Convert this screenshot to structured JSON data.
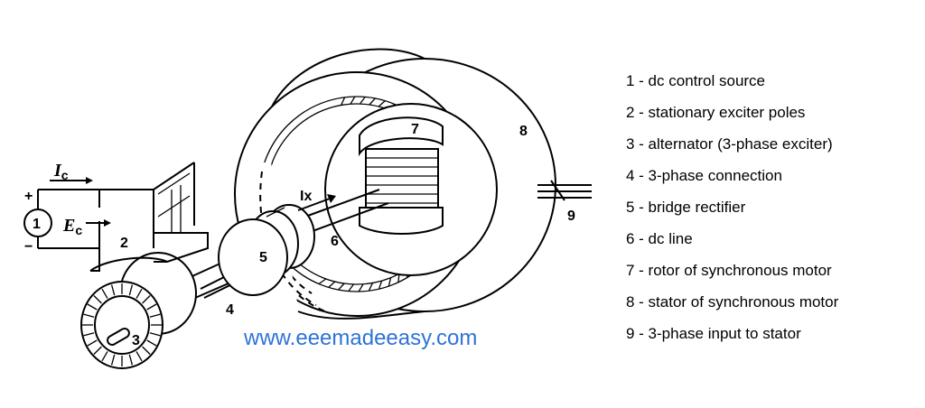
{
  "labels": {
    "source_num": "1",
    "poles_num": "2",
    "alternator_num": "3",
    "connection_num": "4",
    "rectifier_num": "5",
    "dcline_num": "6",
    "rotor_num": "7",
    "stator_num": "8",
    "input_num": "9",
    "plus": "+",
    "minus": "−",
    "ic_main": "I",
    "ic_sub": "c",
    "ec_main": "E",
    "ec_sub": "c",
    "ix": "Ix"
  },
  "legend": [
    "1 - dc control source",
    "2 - stationary exciter poles",
    "3 - alternator (3-phase exciter)",
    "4 - 3-phase connection",
    "5 - bridge rectifier",
    "6 - dc line",
    "7 - rotor of synchronous motor",
    "8 - stator of synchronous motor",
    "9 - 3-phase input to stator"
  ],
  "watermark": "www.eeemadeeasy.com",
  "colors": {
    "ink": "#000000",
    "watermark": "#2f73d6",
    "background": "#ffffff"
  }
}
